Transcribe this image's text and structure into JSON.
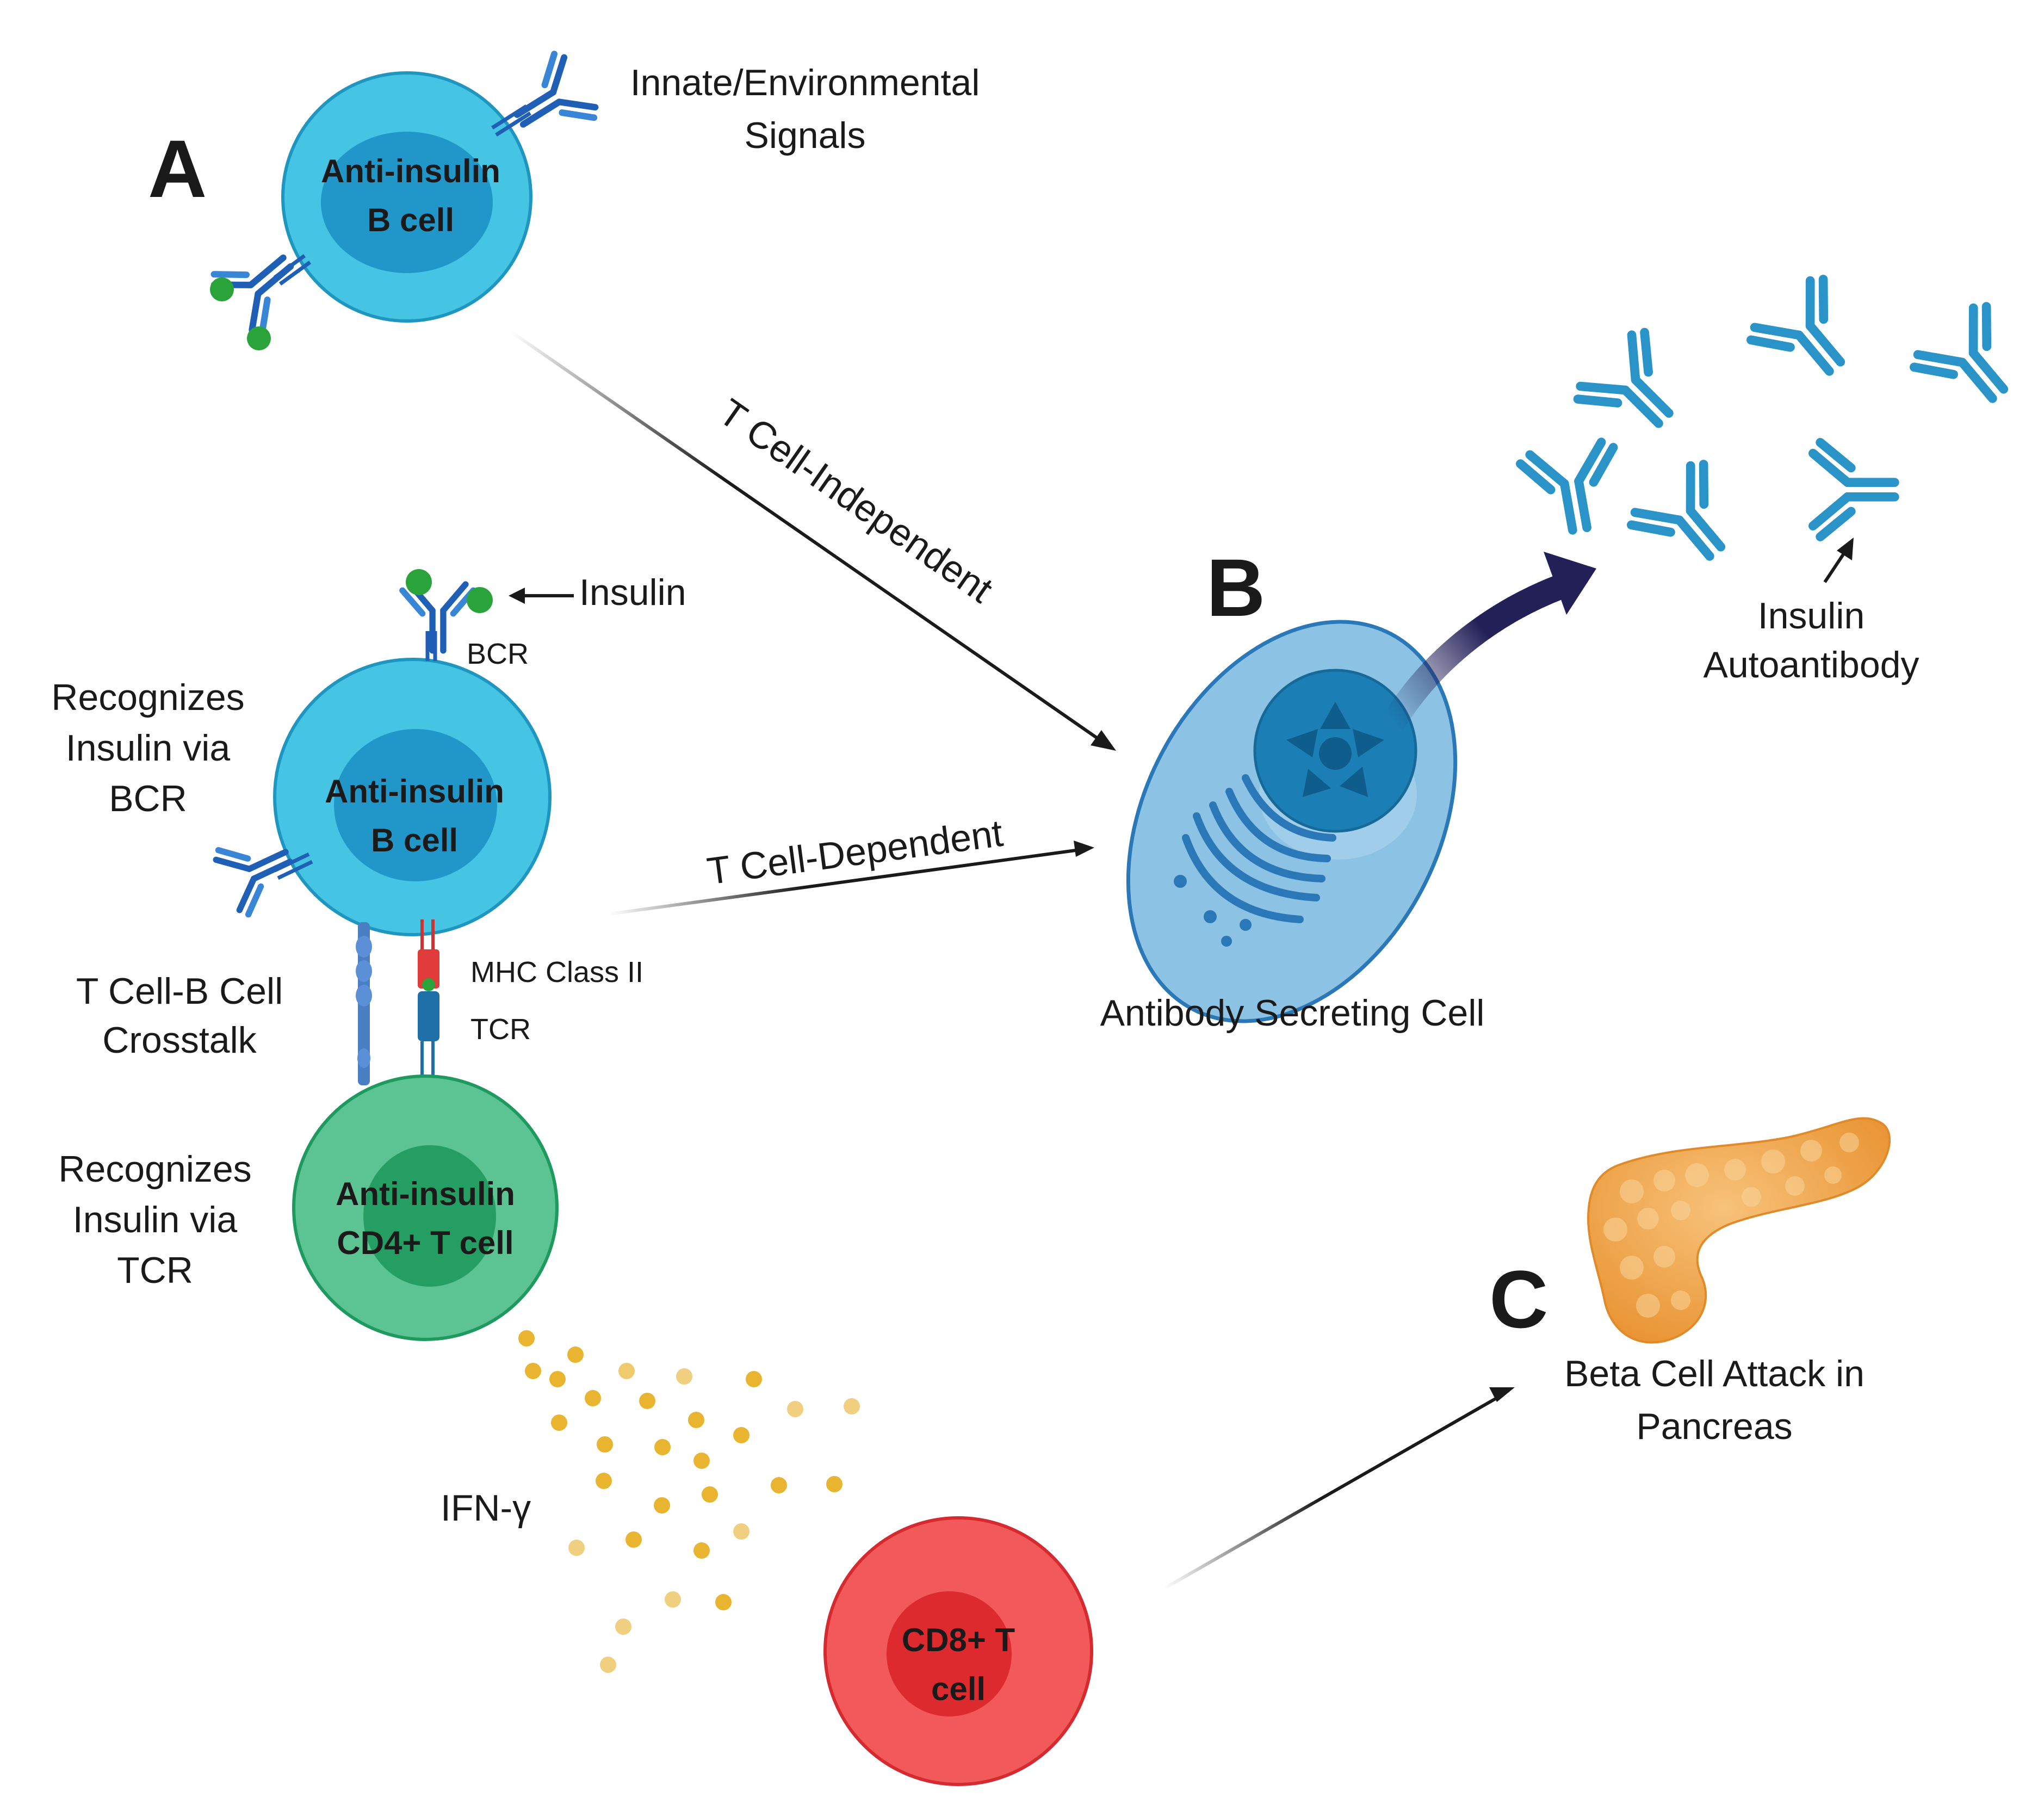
{
  "panels": {
    "a": "A",
    "b": "B",
    "c": "C"
  },
  "labels": {
    "innate_1": "Innate/Environmental",
    "innate_2": "Signals",
    "insulin": "Insulin",
    "bcr": "BCR",
    "recognizes_bcr_1": "Recognizes",
    "recognizes_bcr_2": "Insulin via",
    "recognizes_bcr_3": "BCR",
    "crosstalk_1": "T Cell-B Cell",
    "crosstalk_2": "Crosstalk",
    "mhc": "MHC Class II",
    "tcr": "TCR",
    "recognizes_tcr_1": "Recognizes",
    "recognizes_tcr_2": "Insulin via",
    "recognizes_tcr_3": "TCR",
    "ifn": "IFN-γ",
    "t_independent": "T Cell-Independent",
    "t_dependent": "T Cell-Dependent",
    "asc": "Antibody Secreting Cell",
    "autoantibody_1": "Insulin",
    "autoantibody_2": "Autoantibody",
    "beta_1": "Beta Cell Attack in",
    "beta_2": "Pancreas"
  },
  "cells": {
    "b_cell_top_1": "Anti-insulin",
    "b_cell_top_2": "B cell",
    "b_cell_mid_1": "Anti-insulin",
    "b_cell_mid_2": "B cell",
    "cd4_1": "Anti-insulin",
    "cd4_2": "CD4+ T cell",
    "cd8_1": "CD8+ T",
    "cd8_2": "cell"
  },
  "colors": {
    "b_cell": "#45c4e3",
    "b_cell_nucleus": "#1b8fc4",
    "t_cell": "#5cc493",
    "t_cell_nucleus": "#1f9a5e",
    "cd8": "#f25a5a",
    "cd8_nucleus": "#dd2a2f",
    "antibody": "#2a93c7",
    "insulin": "#2aa33a",
    "cytokine": "#e9b530",
    "pancreas": "#f2a94a",
    "asc_arrow": "#232058"
  }
}
